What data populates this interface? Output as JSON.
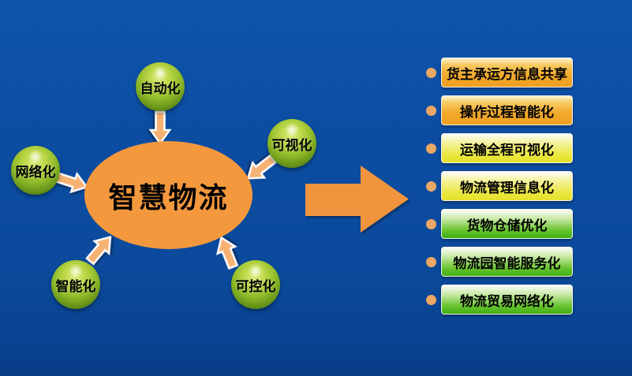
{
  "background": {
    "top_color": "#0E55AC",
    "bottom_color": "#083C85"
  },
  "diagram": {
    "center": {
      "label": "智慧物流",
      "fill": "#F4983E",
      "text_color": "#000000"
    },
    "nodes": [
      {
        "id": "automation",
        "label": "自动化"
      },
      {
        "id": "networking",
        "label": "网络化"
      },
      {
        "id": "visualization",
        "label": "可视化"
      },
      {
        "id": "intelligence",
        "label": "智能化"
      },
      {
        "id": "controllability",
        "label": "可控化"
      }
    ],
    "sphere_color": "#8DB828",
    "small_arrow_color": "#F6B273",
    "big_arrow_color": "#F0953C"
  },
  "features": {
    "bullet_color": "#EBA765",
    "items": [
      {
        "label": "货主承运方信息共享",
        "style": "gold"
      },
      {
        "label": "操作过程智能化",
        "style": "gold"
      },
      {
        "label": "运输全程可视化",
        "style": "yellow"
      },
      {
        "label": "物流管理信息化",
        "style": "yellow"
      },
      {
        "label": "货物仓储优化",
        "style": "green"
      },
      {
        "label": "物流园智能服务化",
        "style": "green"
      },
      {
        "label": "物流贸易网络化",
        "style": "green"
      }
    ]
  }
}
